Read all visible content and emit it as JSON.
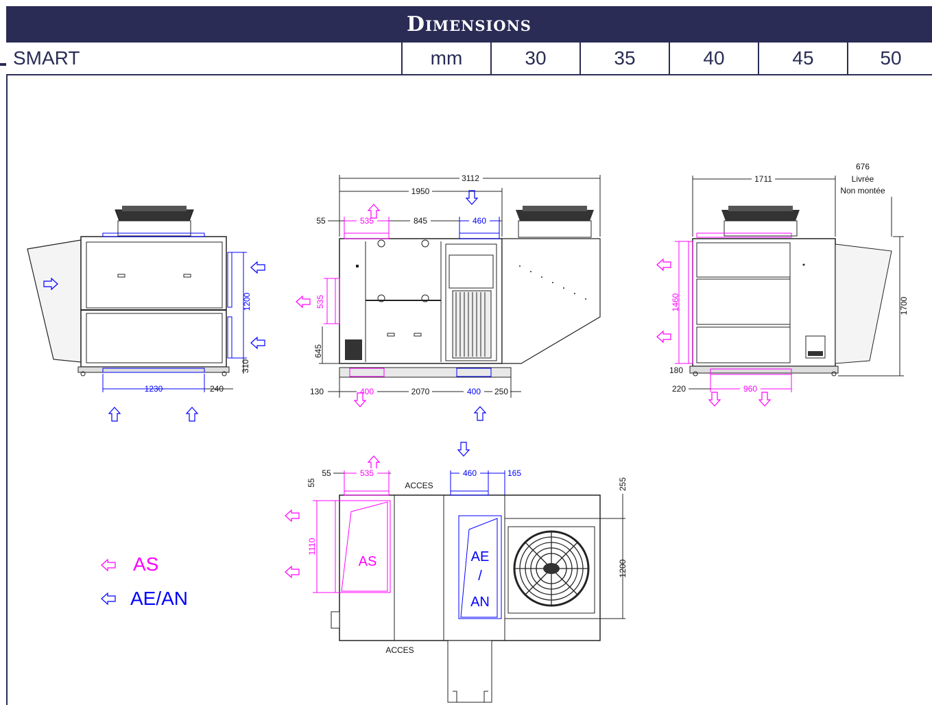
{
  "title": "Dimensions",
  "header": {
    "model_label": "SMART",
    "unit": "mm",
    "sizes": [
      "30",
      "35",
      "40",
      "45",
      "50"
    ]
  },
  "legend": {
    "as_label": "AS",
    "ae_an_label": "AE/AN"
  },
  "views": {
    "left_side": {
      "dims": {
        "height_opening": "1200",
        "bottom_offset": "310",
        "width_opening": "1230",
        "right_offset": "240"
      }
    },
    "front": {
      "dims": {
        "total_length": "3112",
        "section_length": "1950",
        "offset_55": "55",
        "opening_535": "535",
        "distance_845": "845",
        "opening_460": "460",
        "side_opening_535": "535",
        "height_645": "645",
        "offset_130": "130",
        "opening_400_left": "400",
        "base_length": "2070",
        "opening_400_right": "400",
        "offset_250": "250"
      }
    },
    "right_side": {
      "dims": {
        "width_1711": "1711",
        "note_top": "676",
        "note_livree": "Livrée",
        "note_non_montee": "Non montée",
        "height_1460": "1460",
        "height_1700": "1700",
        "offset_180": "180",
        "offset_220": "220",
        "opening_960": "960"
      }
    },
    "top": {
      "dims": {
        "offset_55_h": "55",
        "opening_535": "535",
        "opening_460": "460",
        "offset_165": "165",
        "offset_55_v": "55",
        "offset_255": "255",
        "height_1110": "1110",
        "height_1200": "1200"
      },
      "labels": {
        "acces_top": "ACCES",
        "acces_bottom": "ACCES",
        "as": "AS",
        "ae": "AE",
        "slash": "/",
        "an": "AN"
      }
    }
  },
  "colors": {
    "header_bg": "#2a2c55",
    "as_color": "#ff00ff",
    "ae_color": "#0000ff"
  }
}
